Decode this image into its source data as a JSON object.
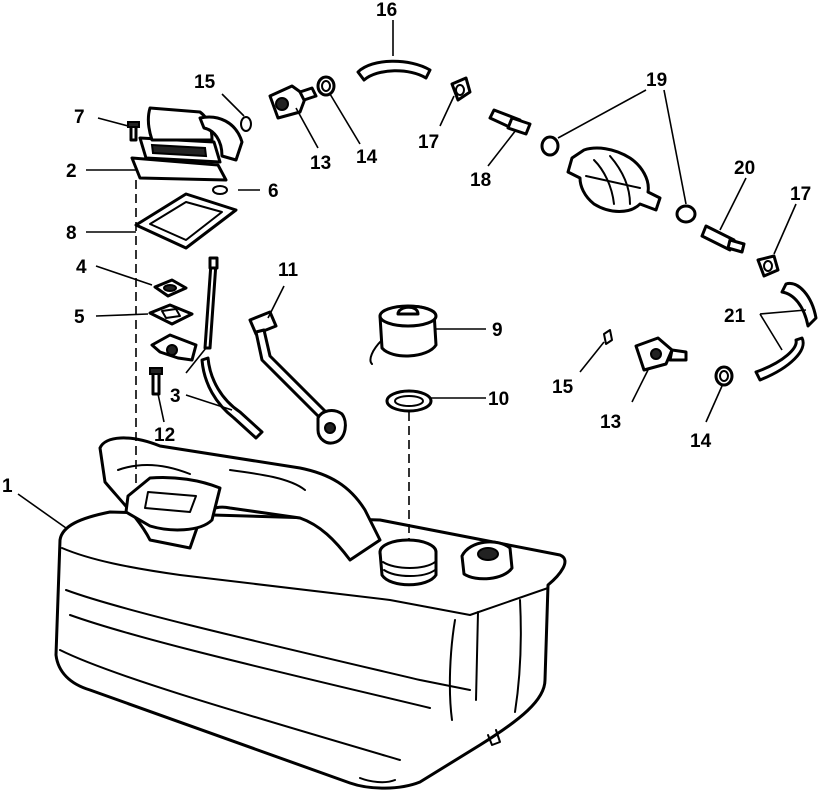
{
  "diagram": {
    "type": "exploded-parts-diagram",
    "subject": "portable fuel tank assembly",
    "line_color": "#000000",
    "background": "#ffffff",
    "callouts": {
      "c1": "1",
      "c2": "2",
      "c3": "3",
      "c4": "4",
      "c5": "5",
      "c6": "6",
      "c7": "7",
      "c8": "8",
      "c9": "9",
      "c10": "10",
      "c11": "11",
      "c12": "12",
      "c13a": "13",
      "c13b": "13",
      "c14a": "14",
      "c14b": "14",
      "c15a": "15",
      "c15b": "15",
      "c16": "16",
      "c17a": "17",
      "c17b": "17",
      "c18": "18",
      "c19": "19",
      "c20": "20",
      "c21": "21"
    }
  }
}
